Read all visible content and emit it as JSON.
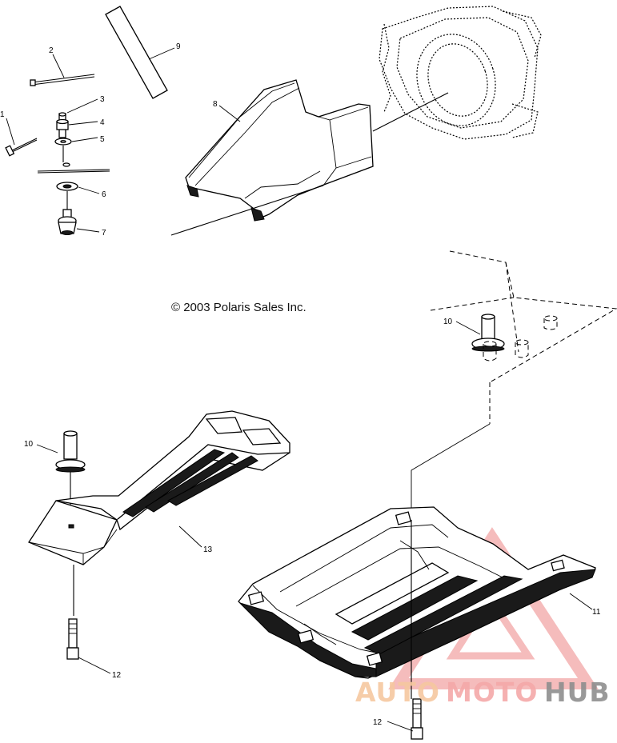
{
  "copyright": "© 2003 Polaris Sales Inc.",
  "watermark": {
    "brand_segments": [
      "AUTO",
      "MOTO",
      "HUB"
    ],
    "colors": {
      "auto": "#f6c8a0",
      "moto": "#f4a9a9",
      "hub": "#8e8e8e",
      "triangle": "#f3b0b0"
    }
  },
  "callouts": {
    "c1": "1",
    "c2": "2",
    "c3": "3",
    "c4": "4",
    "c5": "5",
    "c6": "6",
    "c7": "7",
    "c8": "8",
    "c9": "9",
    "c10a": "10",
    "c10b": "10",
    "c11": "11",
    "c12a": "12",
    "c12b": "12",
    "c13": "13"
  }
}
